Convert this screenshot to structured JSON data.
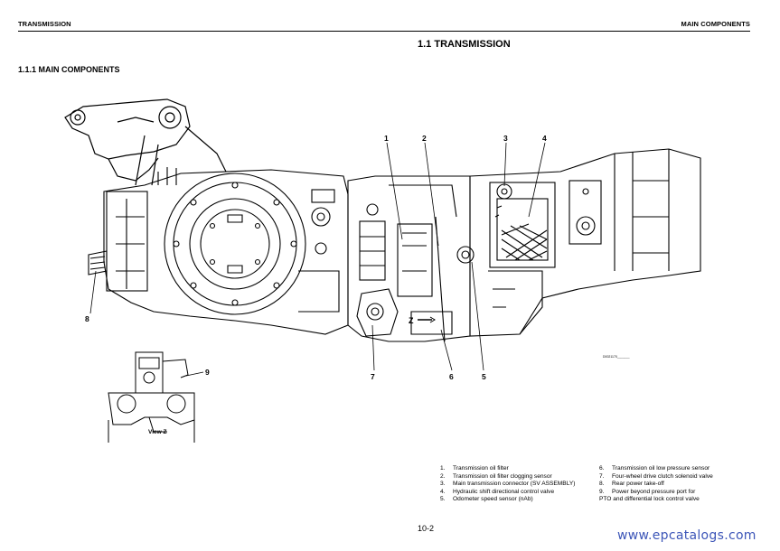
{
  "header": {
    "left": "TRANSMISSION",
    "right": "MAIN COMPONENTS"
  },
  "section_title": "1.1 TRANSMISSION",
  "subsection_title": "1.1.1 MAIN COMPONENTS",
  "callouts": [
    "1",
    "2",
    "3",
    "4",
    "5",
    "6",
    "7",
    "8",
    "9"
  ],
  "view_label": "View Z",
  "z_marker": "Z",
  "drawing_code": "D0021170_______",
  "legend": {
    "col1": [
      {
        "num": "1.",
        "text": "Transmission oil filter"
      },
      {
        "num": "2.",
        "text": "Transmission oil filter clogging sensor"
      },
      {
        "num": "3.",
        "text": "Main transmission connector (SV ASSEMBLY)"
      },
      {
        "num": "4.",
        "text": "Hydraulic shift directional control valve"
      },
      {
        "num": "5.",
        "text": "Odometer speed sensor (nAb)"
      }
    ],
    "col2": [
      {
        "num": "6.",
        "text": "Transmission oil low pressure sensor"
      },
      {
        "num": "7.",
        "text": "Four-wheel drive clutch solenoid valve"
      },
      {
        "num": "8.",
        "text": "Rear power take-off"
      },
      {
        "num": "9.",
        "text": "Power beyond pressure port for",
        "cont": "PTO and differential lock control valve"
      }
    ]
  },
  "page_number": "10-2",
  "watermark": "www.epcatalogs.com"
}
